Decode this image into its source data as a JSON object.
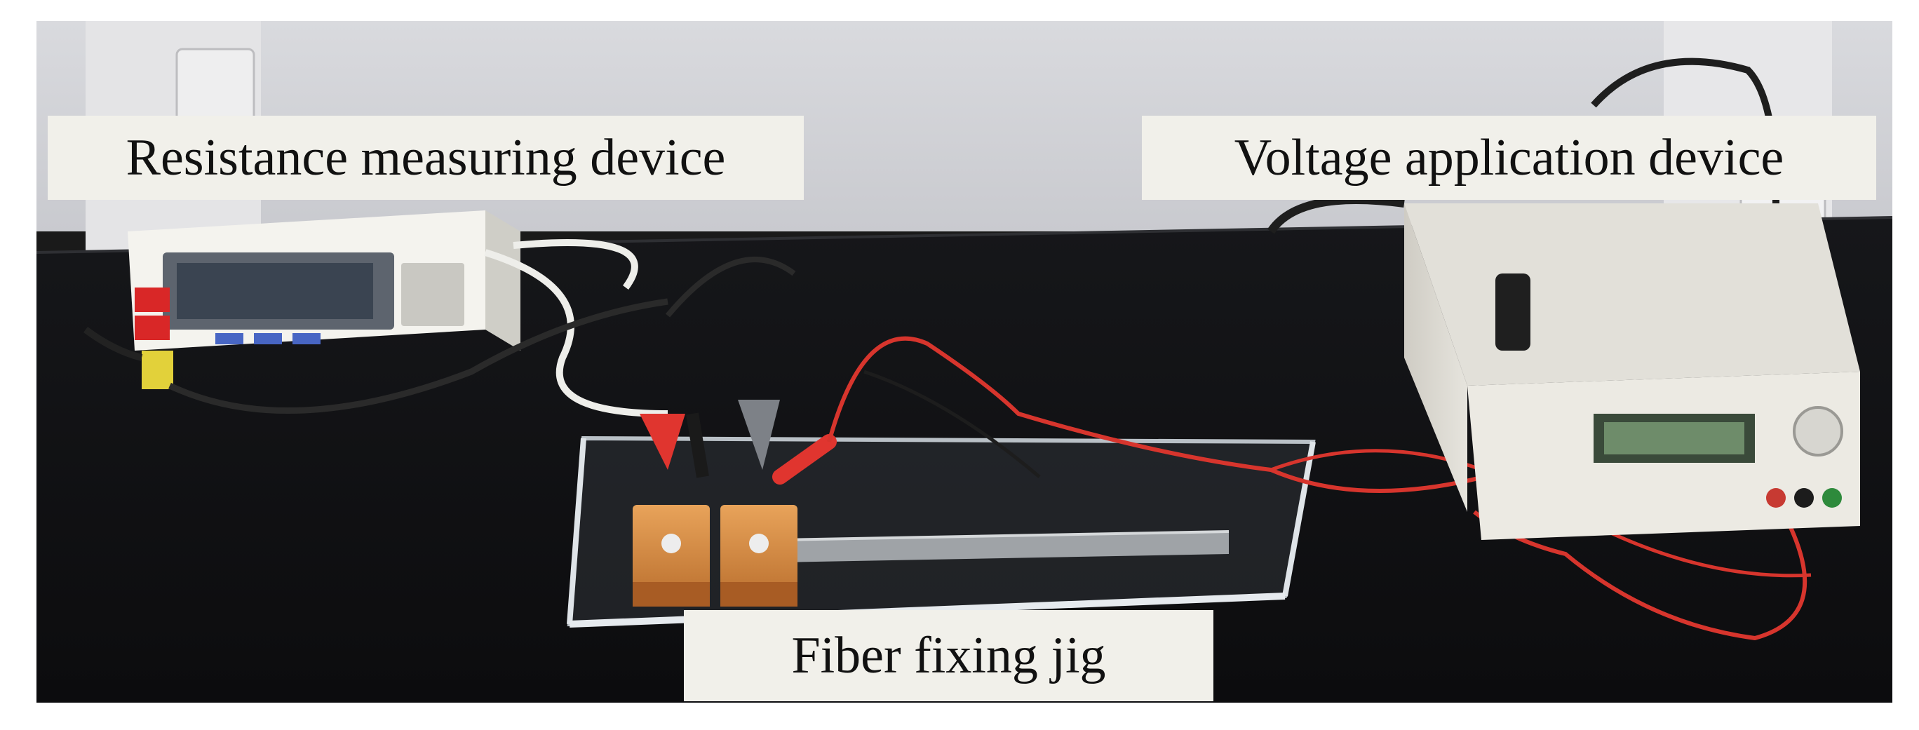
{
  "figure": {
    "labels": {
      "resistance_device": "Resistance measuring device",
      "voltage_device": "Voltage application device",
      "fiber_jig": "Fiber fixing jig"
    }
  }
}
